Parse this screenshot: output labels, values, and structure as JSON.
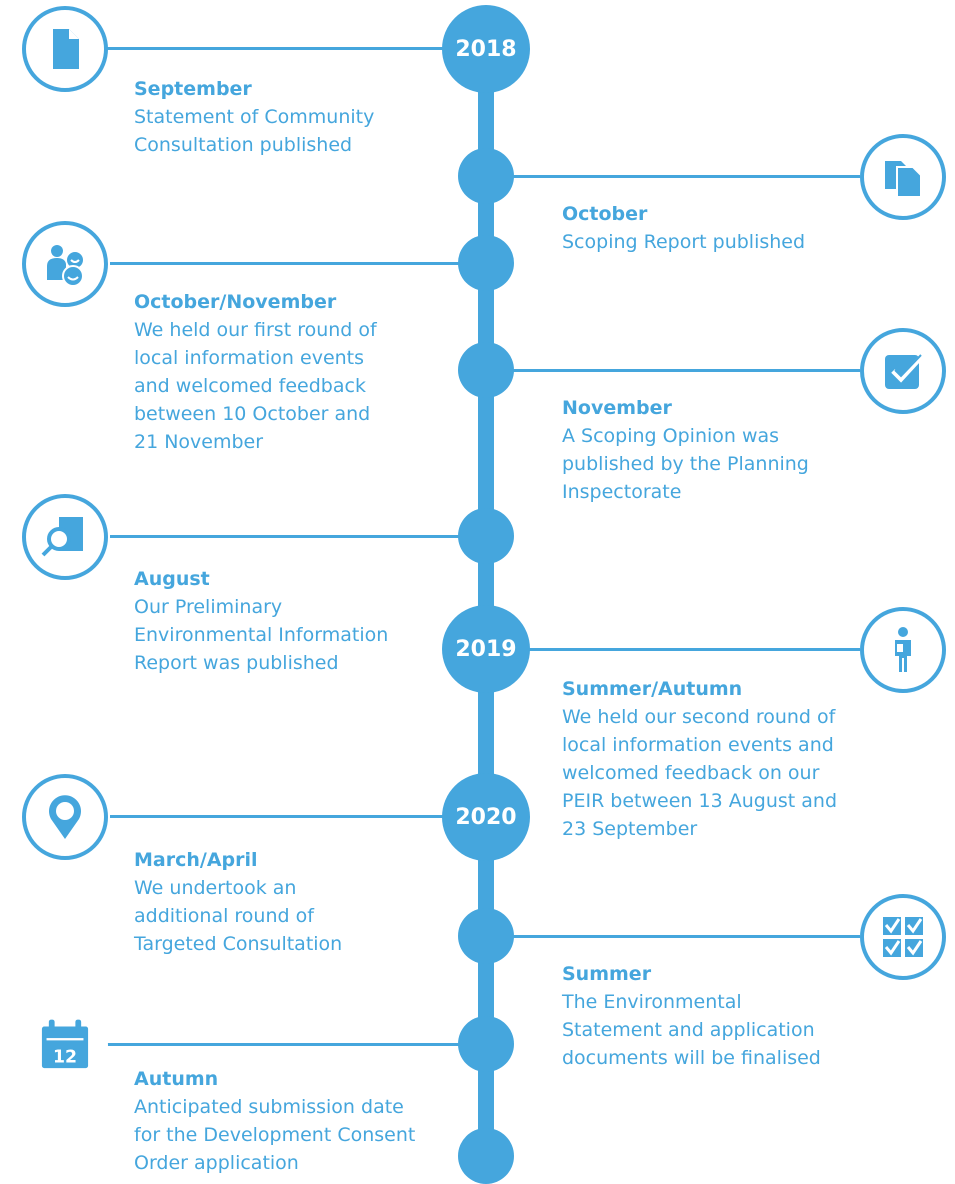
{
  "colors": {
    "accent": "#45a6dd",
    "background": "#ffffff"
  },
  "years": {
    "y2018": "2018",
    "y2019": "2019",
    "y2020": "2020"
  },
  "events": [
    {
      "title": "September",
      "desc": "Statement of Community\nConsultation published",
      "icon": "document-icon"
    },
    {
      "title": "October",
      "desc": "Scoping Report published",
      "icon": "documents-icon"
    },
    {
      "title": "October/November",
      "desc": "We held our first round of\nlocal information events\nand welcomed feedback\nbetween 10 October and\n21 November",
      "icon": "people-icon"
    },
    {
      "title": "November",
      "desc": "A Scoping Opinion was\npublished by the Planning\nInspectorate",
      "icon": "checkbox-icon"
    },
    {
      "title": "August",
      "desc": "Our Preliminary\nEnvironmental Information\nReport was published",
      "icon": "magnify-document-icon"
    },
    {
      "title": "Summer/Autumn",
      "desc": "We held our second round of\nlocal information events and\nwelcomed feedback on our\nPEIR between 13 August and\n23 September",
      "icon": "person-icon"
    },
    {
      "title": "March/April",
      "desc": "We undertook an\nadditional round of\nTargeted Consultation",
      "icon": "location-pin-icon"
    },
    {
      "title": "Summer",
      "desc": "The Environmental\nStatement and application\ndocuments will be finalised",
      "icon": "checklist-icon"
    },
    {
      "title": "Autumn",
      "desc": "Anticipated submission date\nfor the Development Consent\nOrder application",
      "icon": "calendar-icon"
    }
  ],
  "calendar_day": "12"
}
